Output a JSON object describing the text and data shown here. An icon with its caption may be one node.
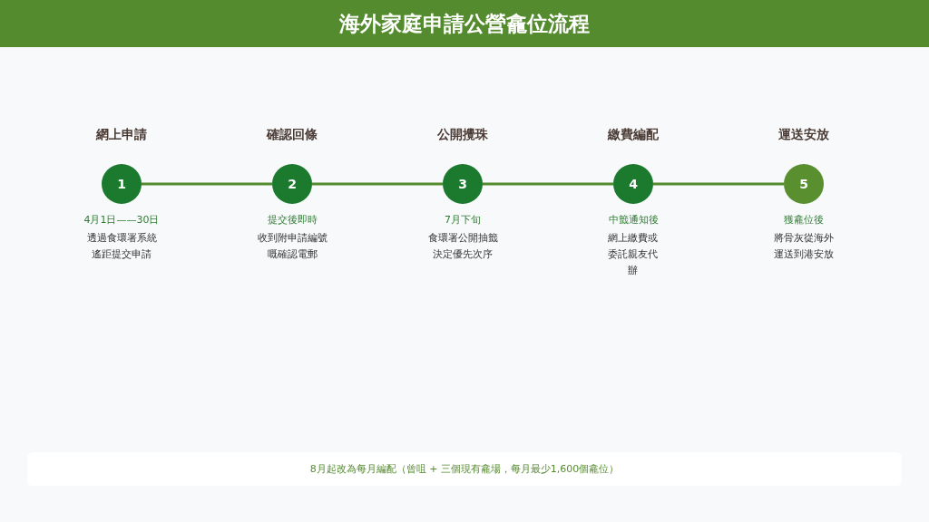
{
  "diagram": {
    "title": "海外家庭申請公營龕位流程",
    "nodes": [
      {
        "text": [
          "1"
        ],
        "beside": [
          "網上申請",
          "4月1日——30日",
          "透過食環署系統遙距提交申請"
        ]
      },
      {
        "text": [
          "2"
        ],
        "beside": [
          "確認回條",
          "提交後即時",
          "收到附申請編號嘅確認電郵"
        ]
      },
      {
        "text": [
          "3"
        ],
        "beside": [
          "公開攪珠",
          "7月下旬",
          "食環署公開抽籤決定優先次序"
        ]
      },
      {
        "text": [
          "4"
        ],
        "beside": [
          "繳費編配",
          "中籤通知後",
          "網上繳費或委託親友代辦"
        ]
      },
      {
        "text": [
          "5"
        ],
        "beside": [
          "運送安放",
          "獲龕位後",
          "將骨灰從海外運送到港安放"
        ]
      }
    ],
    "edges": [
      {
        "from": 0,
        "to": 1,
        "arrow": "none"
      },
      {
        "from": 1,
        "to": 2,
        "arrow": "none"
      },
      {
        "from": 2,
        "to": 3,
        "arrow": "none"
      },
      {
        "from": 3,
        "to": 4,
        "arrow": "none"
      }
    ],
    "labels": [
      "8月起改為每月編配（曾咀 + 三個現有龕場，每月最少1,600個龕位）"
    ]
  }
}
